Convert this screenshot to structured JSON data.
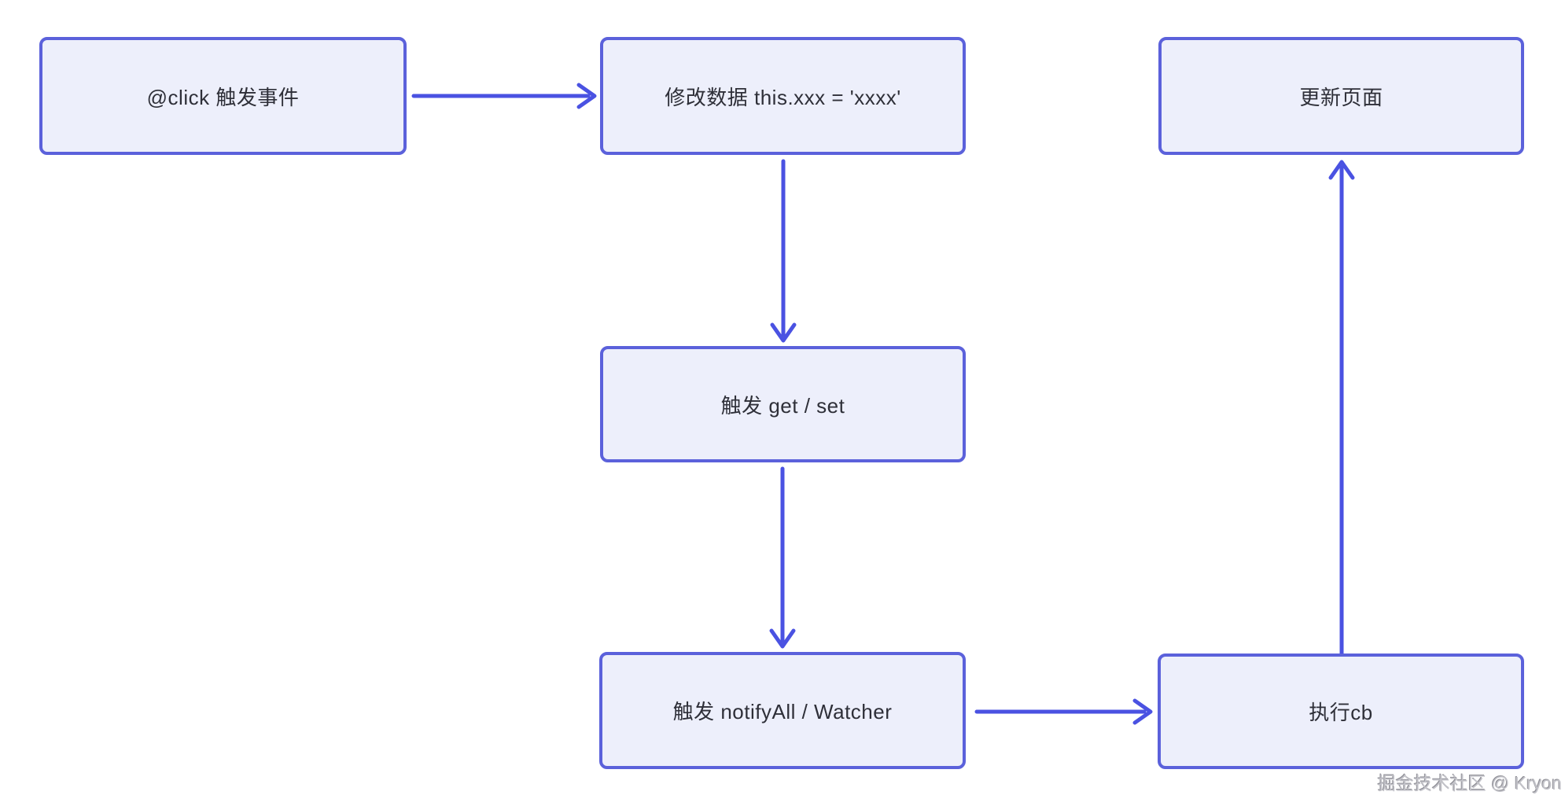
{
  "diagram": {
    "type": "flowchart",
    "nodes": [
      {
        "id": "click",
        "label": "@click 触发事件"
      },
      {
        "id": "modify",
        "label": "修改数据 this.xxx = 'xxxx'"
      },
      {
        "id": "update",
        "label": "更新页面"
      },
      {
        "id": "getset",
        "label": "触发 get / set"
      },
      {
        "id": "notify",
        "label": "触发 notifyAll / Watcher"
      },
      {
        "id": "cb",
        "label": "执行cb"
      }
    ],
    "edges": [
      {
        "from": "click",
        "to": "modify",
        "direction": "right"
      },
      {
        "from": "modify",
        "to": "getset",
        "direction": "down"
      },
      {
        "from": "getset",
        "to": "notify",
        "direction": "down"
      },
      {
        "from": "notify",
        "to": "cb",
        "direction": "right"
      },
      {
        "from": "cb",
        "to": "update",
        "direction": "up"
      }
    ],
    "colors": {
      "node_fill": "#EDEFFB",
      "node_border": "#5B61DB",
      "arrow": "#4A52E2",
      "text": "#2E2F38",
      "watermark": "#C3C3C9"
    },
    "watermark": "掘金技术社区 @ Kryon"
  }
}
